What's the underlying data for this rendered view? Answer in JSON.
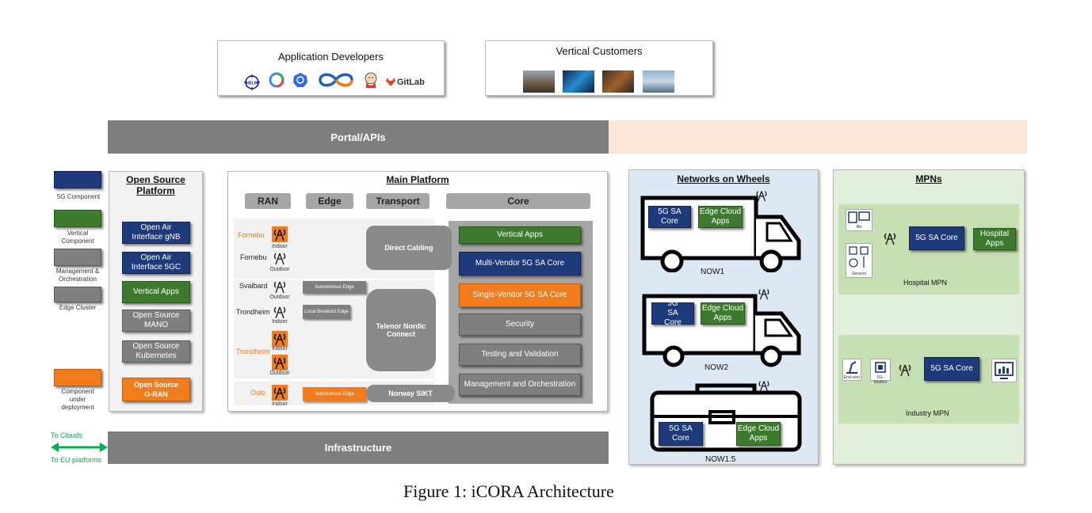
{
  "top_cards": {
    "developers_title": "Application Developers",
    "developers_logo_text": {
      "helm": "HELM",
      "gitlab": "GitLab"
    },
    "customers_title": "Vertical Customers"
  },
  "portal": {
    "label": "Portal/APIs"
  },
  "legend": {
    "five_g": "5G Component",
    "vertical": "Vertical Component",
    "mgmt": "Management & Orchestration",
    "edge": "Edge Cluster",
    "deploying": "Component under deployment",
    "clouds": "To Clouds",
    "eu": "To EU platforms"
  },
  "open_source": {
    "title": "Open Source Platform",
    "items": [
      {
        "label": "Open Air Interface gNB"
      },
      {
        "label": "Open Air Interface 5GC"
      },
      {
        "label": "Vertical Apps"
      },
      {
        "label": "Open Source MANO"
      },
      {
        "label": "Open Source Kubernetes"
      },
      {
        "label": "Open Source O-RAN"
      }
    ]
  },
  "main": {
    "title": "Main Platform",
    "headers": {
      "ran": "RAN",
      "edge": "Edge",
      "transport": "Transport",
      "core": "Core"
    },
    "sites": {
      "fornebu1": "Fornebu",
      "fornebu2": "Fornebu",
      "svalbard": "Svalbard",
      "trondheim1": "Trondheim",
      "trondheim2": "Trondheim",
      "oslo": "Oslo"
    },
    "tags": {
      "indoor": "Indoor",
      "outdoor": "Outdoor"
    },
    "edge": {
      "autonomous": "Autonomous Edge",
      "local_breakout": "Local Breakout Edge",
      "autonomous2": "Autonomous Edge"
    },
    "transport": {
      "direct": "Direct Cabling",
      "telenor": "Telenor Nordic Connect",
      "norway": "Norway SIKT"
    },
    "core": [
      {
        "label": "Vertical Apps"
      },
      {
        "label": "Multi-Vendor 5G SA Core"
      },
      {
        "label": "Single-Vendor 5G SA Core"
      },
      {
        "label": "Security"
      },
      {
        "label": "Testing and Validation"
      },
      {
        "label": "Management and Orchestration"
      }
    ]
  },
  "infrastructure": {
    "label": "Infrastructure"
  },
  "now": {
    "title": "Networks on Wheels",
    "core_label": "5G SA Core",
    "apps_label": "Edge Cloud Apps",
    "now1": "NOW1",
    "now2": "NOW2",
    "now15": "NOW1.5"
  },
  "mpns": {
    "title": "MPNs",
    "hospital": {
      "core": "5G SA Core",
      "apps": "Hospital Apps",
      "name": "Hospital MPN",
      "iot1": "IBs",
      "iot2": "Sensors"
    },
    "industry": {
      "core": "5G SA Core",
      "name": "Industry MPN",
      "dev1": "End-user",
      "dev2": "5G-Modem"
    }
  },
  "caption": "Figure 1: iCORA Architecture",
  "colors": {
    "five_g": "#1f3a7a",
    "vertical": "#3d7a2e",
    "mgmt": "#7f7f7f",
    "deploying": "#f07c1e",
    "now_bg": "#dce9f5",
    "mpn_bg": "#e2efda",
    "portal_right": "#fbe5d6",
    "arrow": "#00b050"
  }
}
